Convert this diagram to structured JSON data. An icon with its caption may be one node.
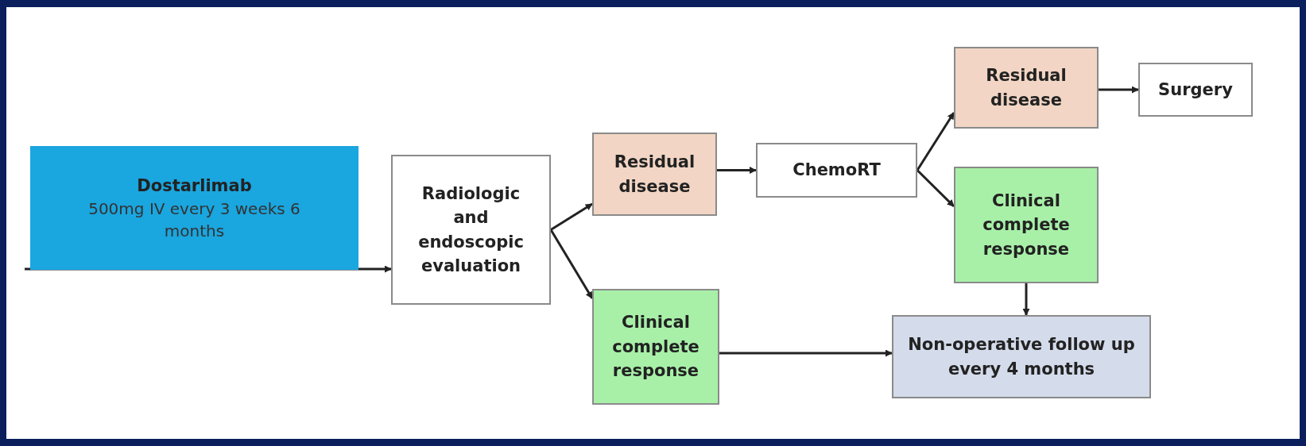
{
  "diagram": {
    "nodes": [
      {
        "text": [
          "Dostarlimab",
          "500mg IV every 3 weeks 6 months"
        ]
      },
      {
        "text": [
          "Radiologic and endoscopic evaluation"
        ]
      },
      {
        "text": [
          "Residual disease"
        ]
      },
      {
        "text": [
          "Clinical complete response"
        ]
      },
      {
        "text": [
          "ChemoRT"
        ]
      },
      {
        "text": [
          "Residual disease"
        ]
      },
      {
        "text": [
          "Surgery"
        ]
      },
      {
        "text": [
          "Clinical complete response"
        ]
      },
      {
        "text": [
          "Non-operative follow up every 4 months"
        ]
      }
    ],
    "edges": [
      {
        "from": 0,
        "to": 1,
        "arrow": "to"
      },
      {
        "from": 1,
        "to": 2,
        "arrow": "to"
      },
      {
        "from": 1,
        "to": 3,
        "arrow": "to"
      },
      {
        "from": 2,
        "to": 4,
        "arrow": "to"
      },
      {
        "from": 4,
        "to": 5,
        "arrow": "to"
      },
      {
        "from": 4,
        "to": 7,
        "arrow": "to"
      },
      {
        "from": 5,
        "to": 6,
        "arrow": "to"
      },
      {
        "from": 7,
        "to": 8,
        "arrow": "to"
      },
      {
        "from": 3,
        "to": 8,
        "arrow": "to"
      }
    ]
  }
}
